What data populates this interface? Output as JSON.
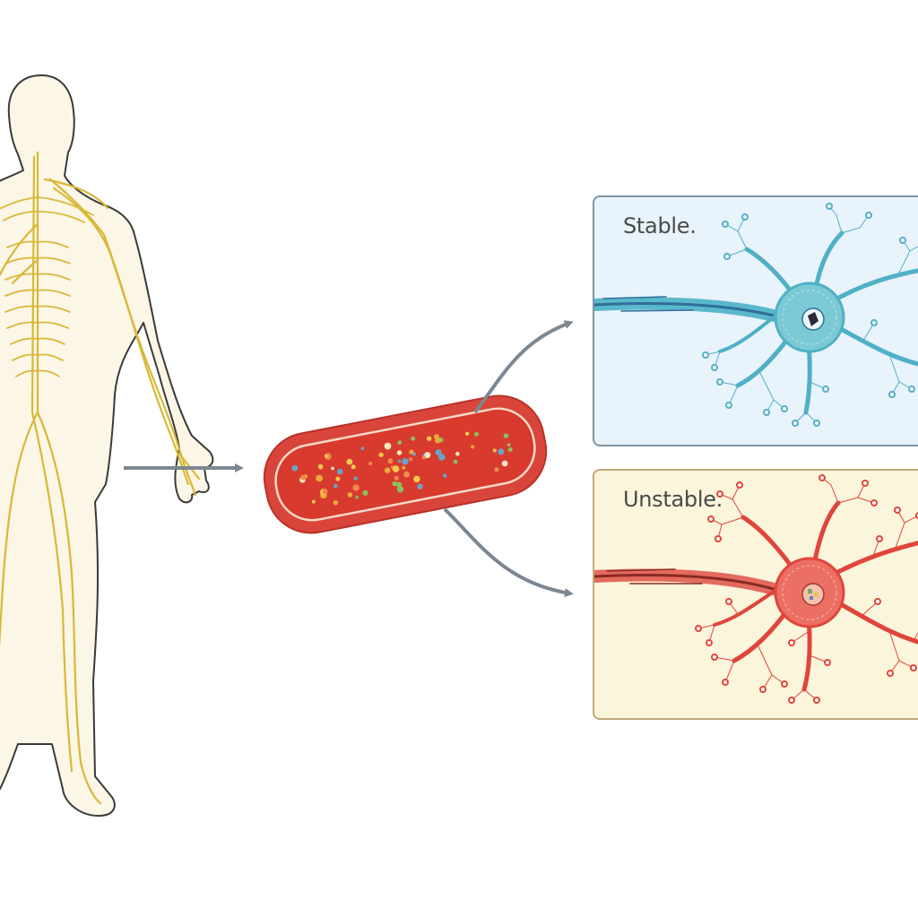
{
  "panels": {
    "stable": {
      "label": "Stable."
    },
    "unstable": {
      "label": "Unstable."
    }
  },
  "colors": {
    "body_fill": "#fbf6e6",
    "body_outline": "#3a3a3a",
    "nerve": "#d8b838",
    "arrow": "#7d8791",
    "vessel_wall": "#d9453a",
    "vessel_inner": "#d83a2e",
    "stable_neuron": "#5ab8cc",
    "unstable_neuron": "#e0453b",
    "stable_bg": "#e9f3fb",
    "unstable_bg": "#fbf5dc"
  },
  "icons": {
    "body": "human-body-nervous-system",
    "vessel": "blood-vessel-with-particles",
    "neuron": "neuron-cell"
  }
}
